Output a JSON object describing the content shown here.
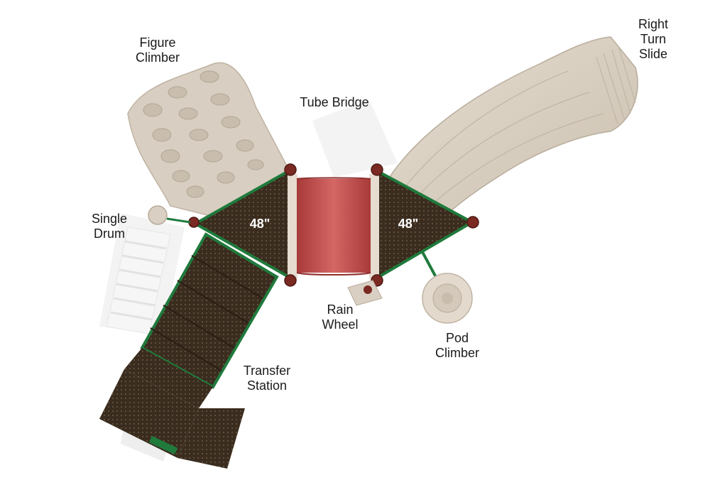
{
  "labels": {
    "figure_climber": [
      "Figure",
      "Climber"
    ],
    "tube_bridge": [
      "Tube Bridge"
    ],
    "right_turn_slide": [
      "Right",
      "Turn",
      "Slide"
    ],
    "single_drum": [
      "Single",
      "Drum"
    ],
    "rain_wheel": [
      "Rain",
      "Wheel"
    ],
    "pod_climber": [
      "Pod",
      "Climber"
    ],
    "transfer_station": [
      "Transfer",
      "Station"
    ]
  },
  "decks": {
    "left": "48\"",
    "right": "48\""
  },
  "colors": {
    "deck": "#3a2c1e",
    "deck_dot": "#6b5a44",
    "trim_green": "#1f7a3c",
    "post_cap": "#7a2a22",
    "tube": "#c9504e",
    "tan": "#d9cfc2",
    "tan_dark": "#c4b8a8",
    "shadow": "#efefef"
  },
  "icons": [
    "post-cap-icon",
    "drum-icon",
    "wheel-icon",
    "pod-icon"
  ]
}
